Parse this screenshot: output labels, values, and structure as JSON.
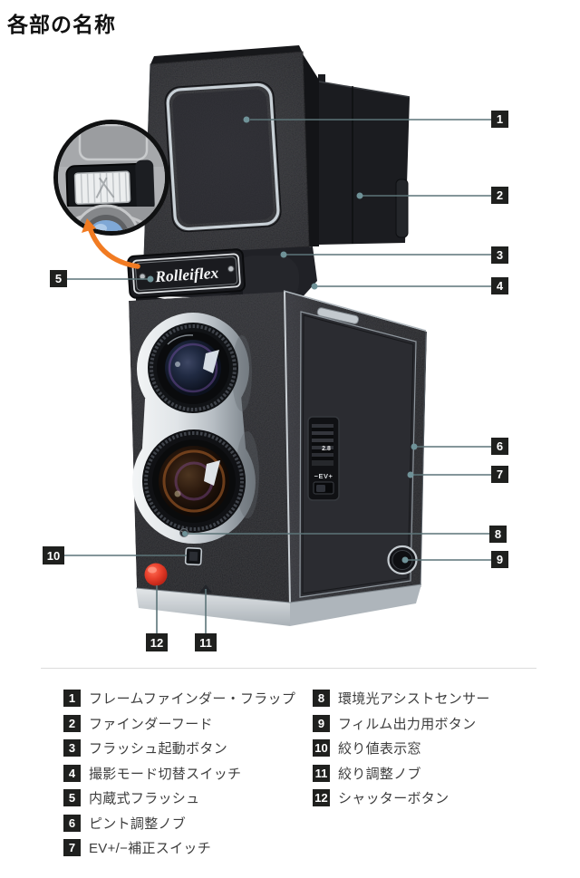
{
  "title": "各部の名称",
  "figure": {
    "brand_label": "Rolleiflex",
    "focus_knob_value": "2.8",
    "ev_switch_label": "−EV+"
  },
  "legend": {
    "items": [
      {
        "num": "1",
        "label": "フレームファインダー・フラップ"
      },
      {
        "num": "2",
        "label": "ファインダーフード"
      },
      {
        "num": "3",
        "label": "フラッシュ起動ボタン"
      },
      {
        "num": "4",
        "label": "撮影モード切替スイッチ"
      },
      {
        "num": "5",
        "label": "内蔵式フラッシュ"
      },
      {
        "num": "6",
        "label": "ピント調整ノブ"
      },
      {
        "num": "7",
        "label": "EV+/−補正スイッチ"
      },
      {
        "num": "8",
        "label": "環境光アシストセンサー"
      },
      {
        "num": "9",
        "label": "フィルム出力用ボタン"
      },
      {
        "num": "10",
        "label": "絞り値表示窓"
      },
      {
        "num": "11",
        "label": "絞り調整ノブ"
      },
      {
        "num": "12",
        "label": "シャッターボタン"
      }
    ]
  },
  "colors": {
    "callout_line": "#5c7478",
    "callout_dot": "#6f9298",
    "callout_bg": "#1f201e",
    "accent_arrow": "#f17b22",
    "shutter_red": "#e23a28"
  }
}
